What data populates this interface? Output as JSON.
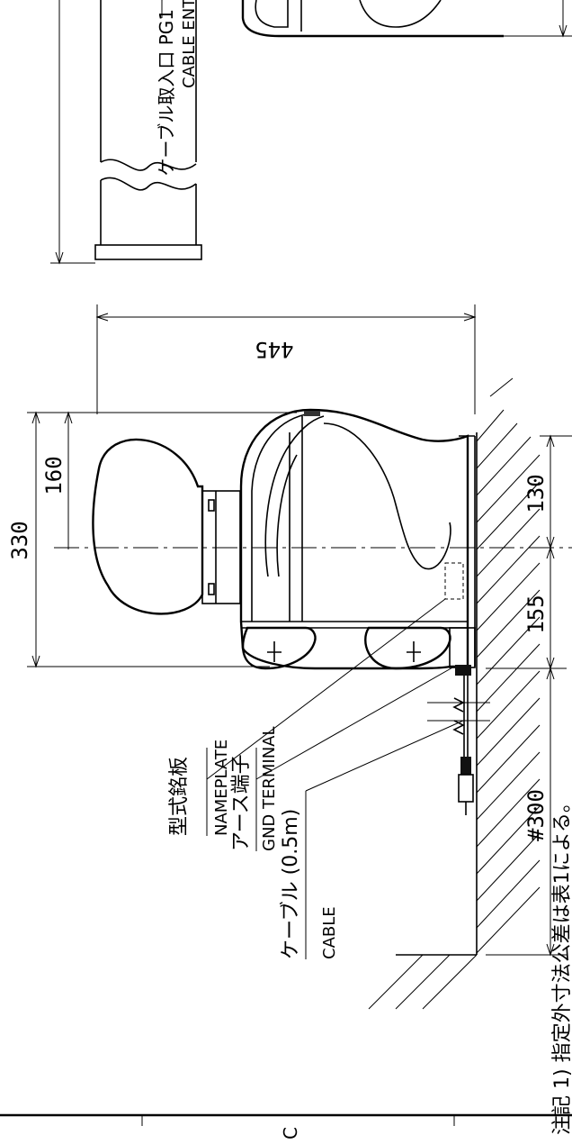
{
  "labels": {
    "cable_entry_jp": "ケーブル取入口 PG1",
    "cable_entry_en": "CABLE ENTRY",
    "nameplate_jp": "型式銘板",
    "nameplate_en": "NAMEPLATE",
    "gnd_jp": "アース端子",
    "gnd_en": "GND TERMINAL",
    "cable_jp": "ケーブル (0.5m)",
    "cable_en": "CABLE",
    "note": "注記 1) 指定外寸法公差は表1による。",
    "sheet_ref": "C"
  },
  "dimensions": {
    "d445": "445",
    "d330": "330",
    "d160": "160",
    "d130": "130",
    "d155": "155",
    "d300": "#300"
  }
}
